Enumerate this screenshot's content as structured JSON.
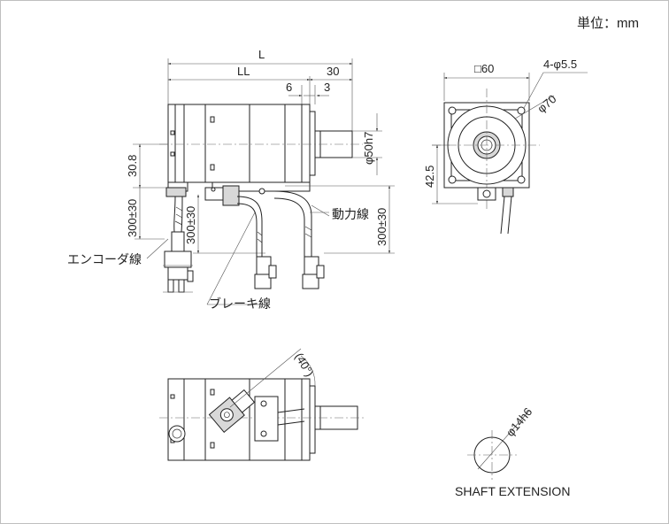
{
  "unit_label": "単位：mm",
  "dims": {
    "L": "L",
    "LL": "LL",
    "d30": "30",
    "d6": "6",
    "d3": "3",
    "shaft_phi50": "φ50h7",
    "h30_8": "30.8",
    "cable_left_a": "300±30",
    "cable_left_b": "300±30",
    "cable_right": "300±30",
    "flange_60": "□60",
    "holes": "4-φ5.5",
    "pcd70": "φ70",
    "h42_5": "42.5",
    "angle40": "(40°)",
    "shaft_dia": "φ14h6"
  },
  "labels": {
    "power_line": "動力線",
    "encoder_line": "エンコーダ線",
    "brake_line": "ブレーキ線",
    "shaft_extension": "SHAFT EXTENSION"
  }
}
